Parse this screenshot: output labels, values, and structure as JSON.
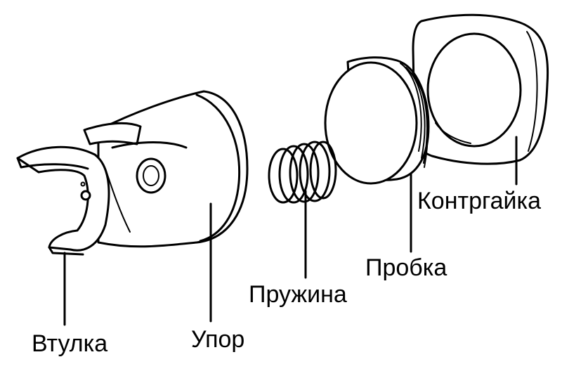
{
  "labels": {
    "bushing": "Втулка",
    "stop": "Упор",
    "spring": "Пружина",
    "plug": "Пробка",
    "locknut": "Контргайка"
  },
  "colors": {
    "line": "#000000",
    "background": "#ffffff"
  }
}
